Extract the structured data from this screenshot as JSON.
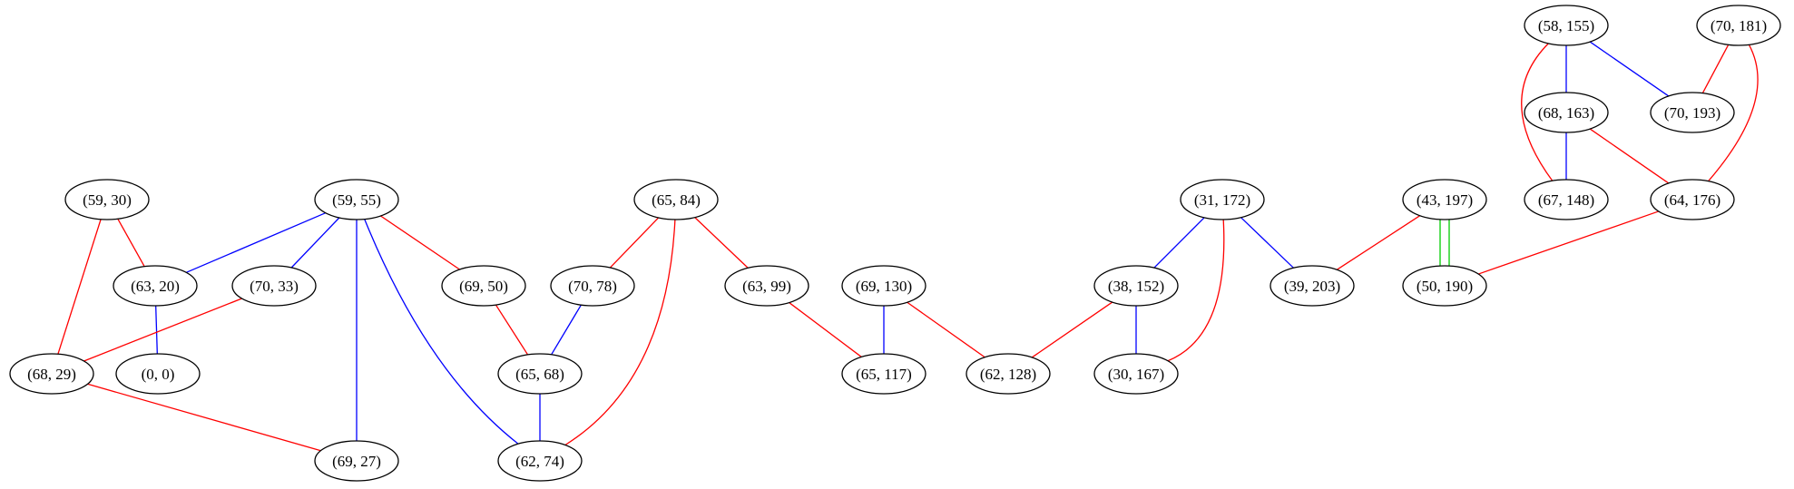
{
  "colors": {
    "red": "#ff0000",
    "blue": "#0000ff",
    "green": "#00cc00",
    "node_stroke": "#000000",
    "background": "#ffffff"
  },
  "nodes": [
    {
      "id": "n58_155",
      "label": "(58, 155)"
    },
    {
      "id": "n70_181",
      "label": "(70, 181)"
    },
    {
      "id": "n68_163",
      "label": "(68, 163)"
    },
    {
      "id": "n70_193",
      "label": "(70, 193)"
    },
    {
      "id": "n59_30",
      "label": "(59, 30)"
    },
    {
      "id": "n59_55",
      "label": "(59, 55)"
    },
    {
      "id": "n65_84",
      "label": "(65, 84)"
    },
    {
      "id": "n31_172",
      "label": "(31, 172)"
    },
    {
      "id": "n43_197",
      "label": "(43, 197)"
    },
    {
      "id": "n67_148",
      "label": "(67, 148)"
    },
    {
      "id": "n64_176",
      "label": "(64, 176)"
    },
    {
      "id": "n63_20",
      "label": "(63, 20)"
    },
    {
      "id": "n70_33",
      "label": "(70, 33)"
    },
    {
      "id": "n69_50",
      "label": "(69, 50)"
    },
    {
      "id": "n70_78",
      "label": "(70, 78)"
    },
    {
      "id": "n63_99",
      "label": "(63, 99)"
    },
    {
      "id": "n69_130",
      "label": "(69, 130)"
    },
    {
      "id": "n38_152",
      "label": "(38, 152)"
    },
    {
      "id": "n39_203",
      "label": "(39, 203)"
    },
    {
      "id": "n50_190",
      "label": "(50, 190)"
    },
    {
      "id": "n68_29",
      "label": "(68, 29)"
    },
    {
      "id": "n0_0",
      "label": "(0, 0)"
    },
    {
      "id": "n65_68",
      "label": "(65, 68)"
    },
    {
      "id": "n65_117",
      "label": "(65, 117)"
    },
    {
      "id": "n62_128",
      "label": "(62, 128)"
    },
    {
      "id": "n30_167",
      "label": "(30, 167)"
    },
    {
      "id": "n69_27",
      "label": "(69, 27)"
    },
    {
      "id": "n62_74",
      "label": "(62, 74)"
    }
  ],
  "edges": [
    {
      "from": "n58_155",
      "to": "n68_163",
      "color": "blue"
    },
    {
      "from": "n58_155",
      "to": "n70_193",
      "color": "blue"
    },
    {
      "from": "n58_155",
      "to": "n67_148",
      "color": "red"
    },
    {
      "from": "n70_181",
      "to": "n70_193",
      "color": "red"
    },
    {
      "from": "n70_181",
      "to": "n64_176",
      "color": "red"
    },
    {
      "from": "n68_163",
      "to": "n67_148",
      "color": "blue"
    },
    {
      "from": "n68_163",
      "to": "n64_176",
      "color": "red"
    },
    {
      "from": "n64_176",
      "to": "n50_190",
      "color": "red"
    },
    {
      "from": "n43_197",
      "to": "n50_190",
      "color": "green"
    },
    {
      "from": "n43_197",
      "to": "n50_190",
      "color": "green"
    },
    {
      "from": "n43_197",
      "to": "n39_203",
      "color": "red"
    },
    {
      "from": "n31_172",
      "to": "n38_152",
      "color": "blue"
    },
    {
      "from": "n31_172",
      "to": "n39_203",
      "color": "blue"
    },
    {
      "from": "n31_172",
      "to": "n30_167",
      "color": "red"
    },
    {
      "from": "n38_152",
      "to": "n30_167",
      "color": "blue"
    },
    {
      "from": "n38_152",
      "to": "n62_128",
      "color": "red"
    },
    {
      "from": "n69_130",
      "to": "n65_117",
      "color": "blue"
    },
    {
      "from": "n69_130",
      "to": "n62_128",
      "color": "red"
    },
    {
      "from": "n63_99",
      "to": "n65_117",
      "color": "red"
    },
    {
      "from": "n65_84",
      "to": "n70_78",
      "color": "red"
    },
    {
      "from": "n65_84",
      "to": "n63_99",
      "color": "red"
    },
    {
      "from": "n65_84",
      "to": "n62_74",
      "color": "red"
    },
    {
      "from": "n70_78",
      "to": "n65_68",
      "color": "blue"
    },
    {
      "from": "n65_68",
      "to": "n62_74",
      "color": "blue"
    },
    {
      "from": "n69_50",
      "to": "n65_68",
      "color": "red"
    },
    {
      "from": "n59_55",
      "to": "n63_20",
      "color": "blue"
    },
    {
      "from": "n59_55",
      "to": "n70_33",
      "color": "blue"
    },
    {
      "from": "n59_55",
      "to": "n69_50",
      "color": "red"
    },
    {
      "from": "n59_55",
      "to": "n69_27",
      "color": "blue"
    },
    {
      "from": "n59_55",
      "to": "n62_74",
      "color": "blue"
    },
    {
      "from": "n59_30",
      "to": "n63_20",
      "color": "red"
    },
    {
      "from": "n59_30",
      "to": "n68_29",
      "color": "red"
    },
    {
      "from": "n63_20",
      "to": "n0_0",
      "color": "blue"
    },
    {
      "from": "n70_33",
      "to": "n68_29",
      "color": "red"
    },
    {
      "from": "n68_29",
      "to": "n69_27",
      "color": "red"
    }
  ]
}
